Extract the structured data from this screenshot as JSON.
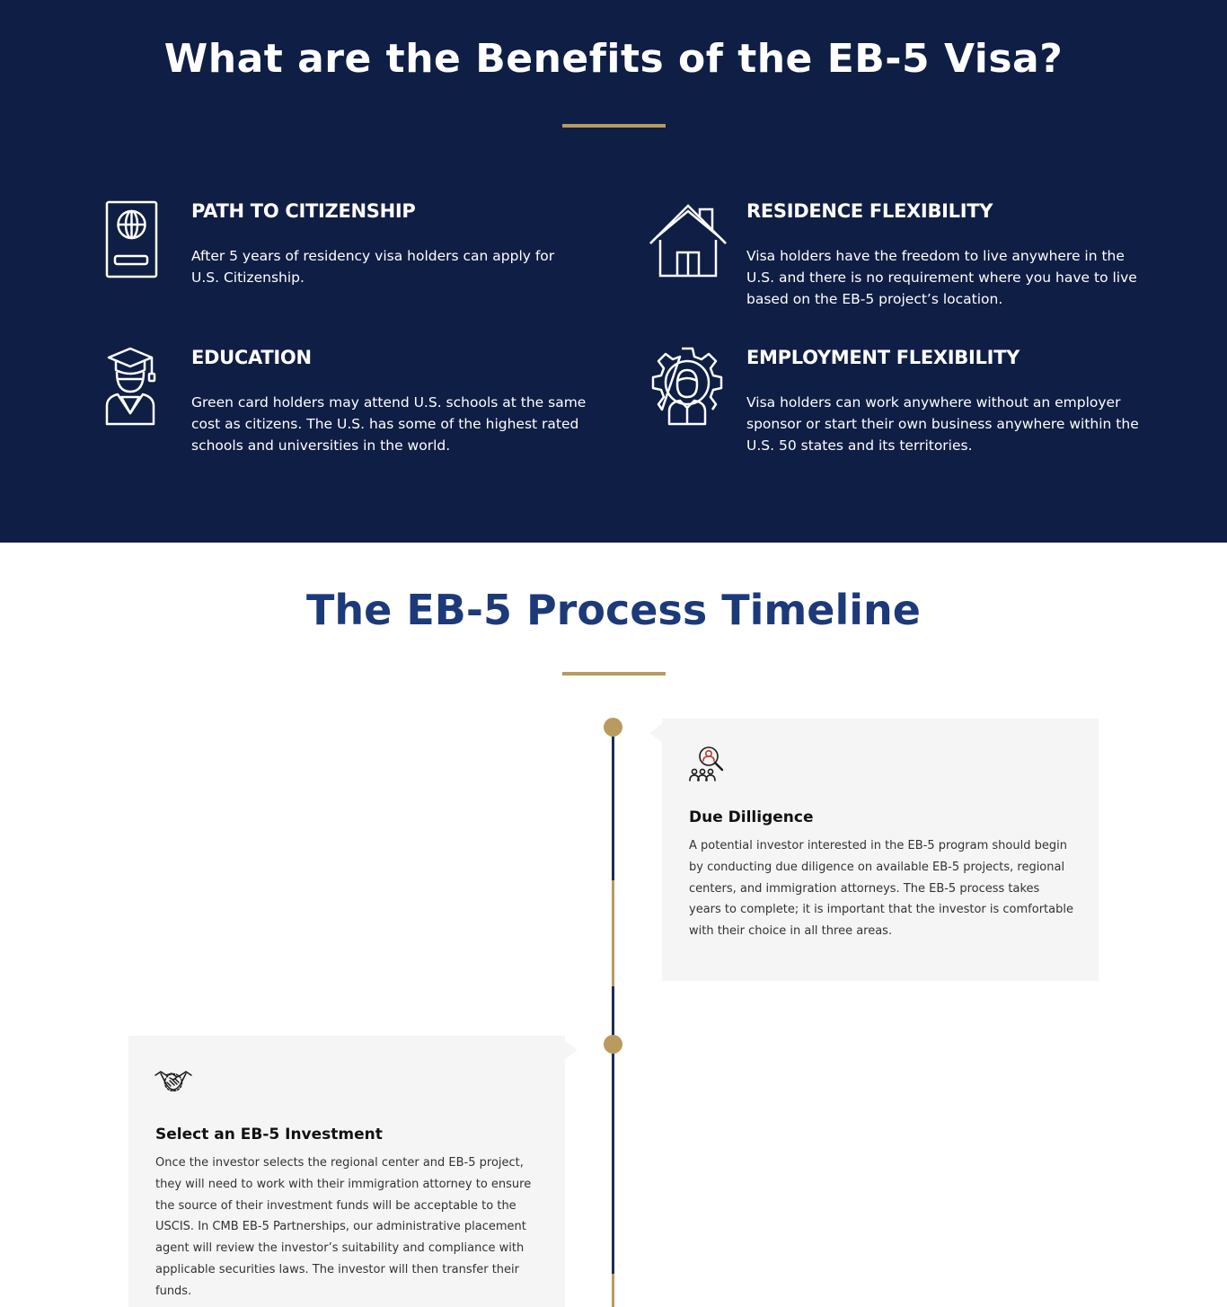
{
  "benefits": {
    "title": "What are the Benefits of the EB-5 Visa?",
    "items": [
      {
        "title": "PATH TO CITIZENSHIP",
        "text": "After 5 years of residency visa holders can apply for U.S. Citizenship.",
        "icon": "passport-icon"
      },
      {
        "title": "RESIDENCE FLEXIBILITY",
        "text": "Visa holders have the freedom to live anywhere in the U.S. and there is no requirement where you have to live based on the EB-5 project’s location.",
        "icon": "house-icon"
      },
      {
        "title": "EDUCATION",
        "text": "Green card holders may attend U.S. schools at the same cost as citizens. The U.S. has some of the highest rated schools and universities in the world.",
        "icon": "graduate-icon"
      },
      {
        "title": "EMPLOYMENT FLEXIBILITY",
        "text": "Visa holders can work anywhere without an employer sponsor or start their own business anywhere within the U.S. 50 states and its territories.",
        "icon": "gear-person-icon"
      }
    ]
  },
  "timeline": {
    "title": "The EB-5 Process Timeline",
    "steps": [
      {
        "title": "Due Dilligence",
        "text": "A potential investor interested in the EB-5 program should begin by conducting due diligence on available EB-5 projects, regional centers, and immigration attorneys. The EB-5 process takes years to complete; it is important that the investor is comfortable with their choice in all three areas.",
        "icon": "search-people-icon"
      },
      {
        "title": "Select an EB-5 Investment",
        "text": "Once the investor selects the regional center and EB-5 project, they will need to work with their immigration attorney to ensure the source of their investment funds will be acceptable to the USCIS. In CMB EB-5 Partnerships, our administrative placement agent will review the investor’s suitability and compliance with applicable securities laws. The investor will then transfer their funds.",
        "icon": "handshake-icon"
      }
    ]
  },
  "colors": {
    "navy": "#0f1e44",
    "gold": "#b89b5e",
    "title_blue": "#1c3a7a",
    "card_bg": "#f5f5f5"
  }
}
